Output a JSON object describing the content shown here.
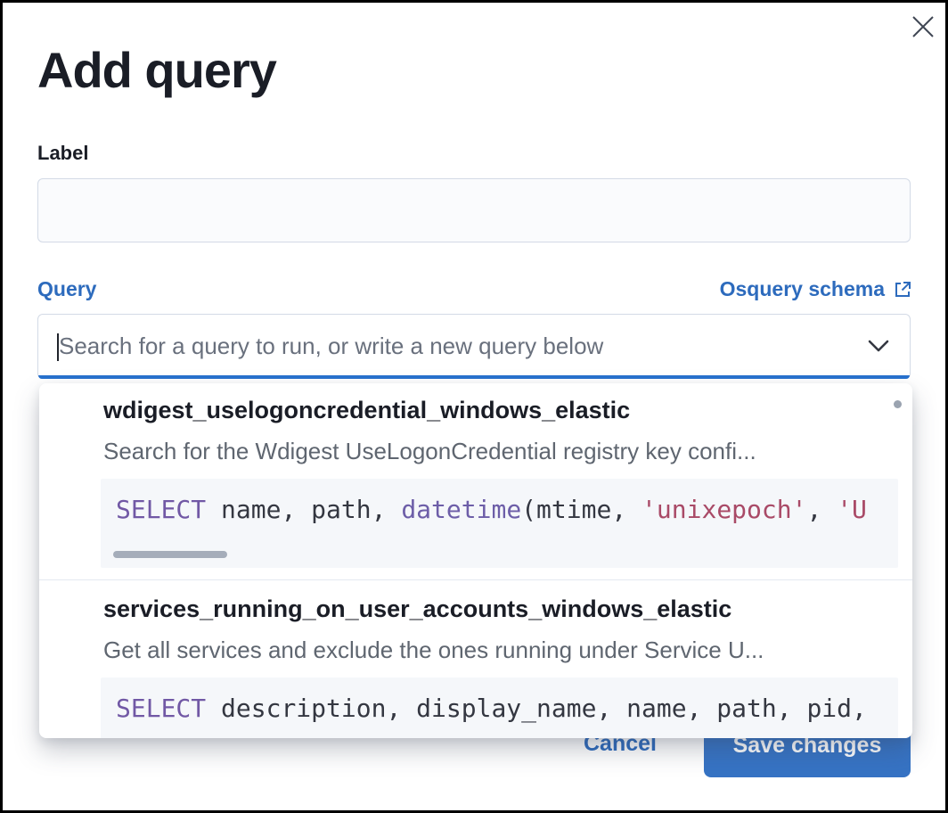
{
  "modal": {
    "title": "Add query"
  },
  "icons": {
    "close": "close-icon",
    "external_link": "external-link-icon",
    "chevron_down": "chevron-down-icon"
  },
  "label_field": {
    "label": "Label",
    "value": "",
    "placeholder": ""
  },
  "query_field": {
    "label": "Query",
    "schema_link_label": "Osquery schema",
    "value": "",
    "placeholder": "Search for a query to run, or write a new query below"
  },
  "dropdown": {
    "items": [
      {
        "title": "wdigest_uselogoncredential_windows_elastic",
        "description": "Search for the Wdigest UseLogonCredential registry key confi...",
        "code_tokens": [
          {
            "type": "keyword",
            "text": "SELECT"
          },
          {
            "type": "default",
            "text": " name, path, "
          },
          {
            "type": "function",
            "text": "datetime"
          },
          {
            "type": "default",
            "text": "(mtime, "
          },
          {
            "type": "string",
            "text": "'unixepoch'"
          },
          {
            "type": "default",
            "text": ", "
          },
          {
            "type": "string",
            "text": "'U"
          }
        ]
      },
      {
        "title": "services_running_on_user_accounts_windows_elastic",
        "description": "Get all services and exclude the ones running under Service U...",
        "code_tokens": [
          {
            "type": "keyword",
            "text": "SELECT"
          },
          {
            "type": "default",
            "text": " description, display_name, name, path, pid,"
          }
        ]
      }
    ]
  },
  "footer": {
    "cancel_label": "Cancel",
    "save_label": "Save changes"
  },
  "colors": {
    "primary": "#2d6bbd",
    "focus": "#2771ce",
    "button": "#3673c4",
    "syntax": {
      "keyword": "#7158a5",
      "function": "#6d5ea8",
      "string": "#a94a67",
      "default": "#343741"
    }
  }
}
